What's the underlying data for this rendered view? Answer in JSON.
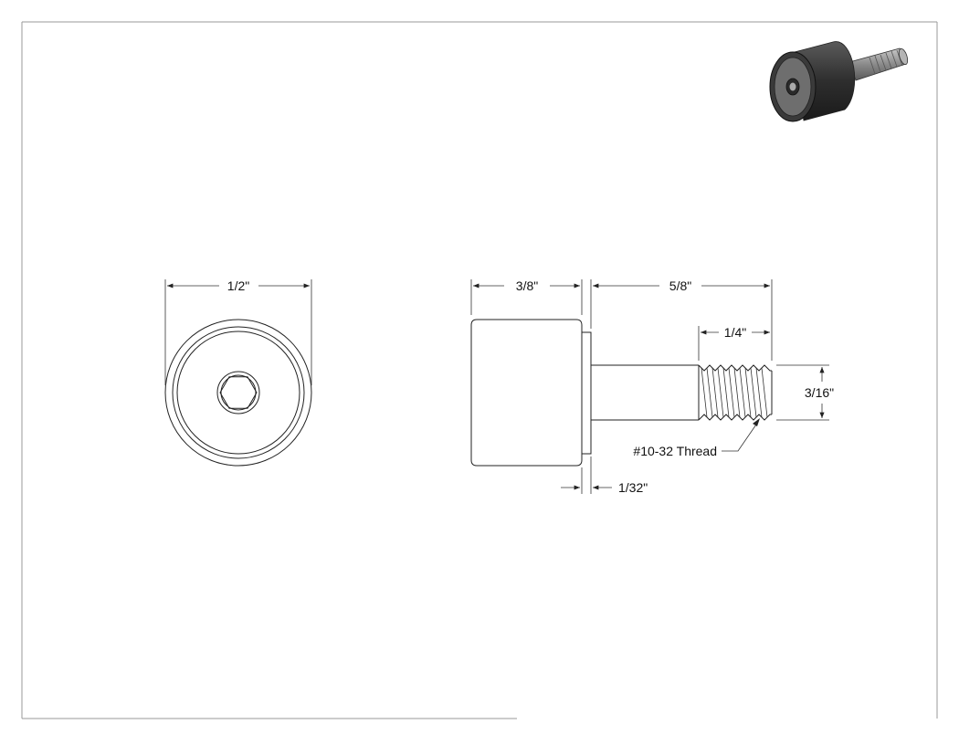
{
  "dimensions": {
    "front_diameter": "1/2\"",
    "head_length": "3/8\"",
    "shank_length": "5/8\"",
    "thread_length": "1/4\"",
    "thread_diameter": "3/16\"",
    "flange_thickness": "1/32\""
  },
  "callouts": {
    "thread_spec": "#10-32 Thread"
  },
  "colors": {
    "line": "#222222",
    "frame": "#999999",
    "iso_body": "#3a3a3a",
    "iso_face": "#6e6e6e",
    "iso_thread": "#9a9a9a"
  },
  "icons": {
    "iso_view": "cam-follower-isometric-icon"
  }
}
